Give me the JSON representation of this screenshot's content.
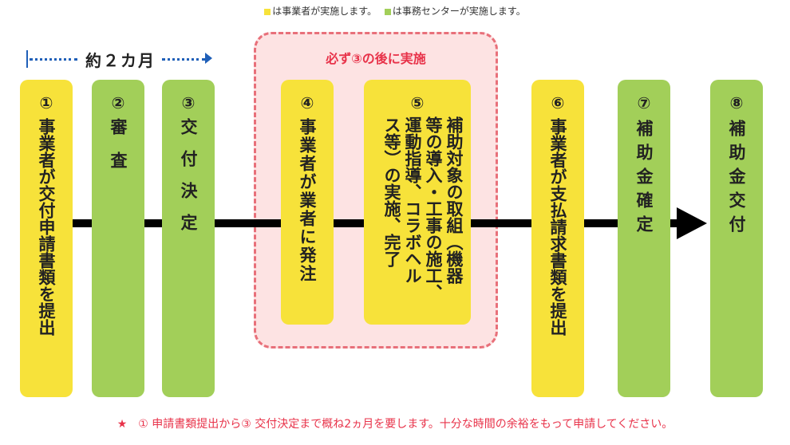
{
  "legend": {
    "yellow_text": "は事業者が実施します。",
    "green_text": "は事務センターが実施します。"
  },
  "period_label": "約２カ月",
  "must_after": "必ず③の後に実施",
  "steps": [
    {
      "num": "①",
      "label": "事業者が交付申請書類を提出",
      "actor": "事業者"
    },
    {
      "num": "②",
      "label": "審　査",
      "actor": "事務センター"
    },
    {
      "num": "③",
      "label": "交付決定",
      "actor": "事務センター"
    },
    {
      "num": "④",
      "label": "事業者が業者に発注",
      "actor": "事業者"
    },
    {
      "num": "⑤",
      "label_lines": [
        "補助対象の取組（機器",
        "等の導入・工事の施工、",
        "運動指導、コラボヘル",
        "ス等）の実施、完了"
      ],
      "actor": "事業者"
    },
    {
      "num": "⑥",
      "label": "事業者が支払請求書類を提出",
      "actor": "事業者"
    },
    {
      "num": "⑦",
      "label": "補助金確定",
      "actor": "事務センター"
    },
    {
      "num": "⑧",
      "label": "補助金交付",
      "actor": "事務センター"
    }
  ],
  "colors": {
    "yellow": "#f7e23a",
    "green": "#a2cf59",
    "red": "#e8334a",
    "blue": "#1f5fb8"
  },
  "note": "★　① 申請書類提出から③ 交付決定まで概ね2ヵ月を要します。十分な時間の余裕をもって申請してください。"
}
